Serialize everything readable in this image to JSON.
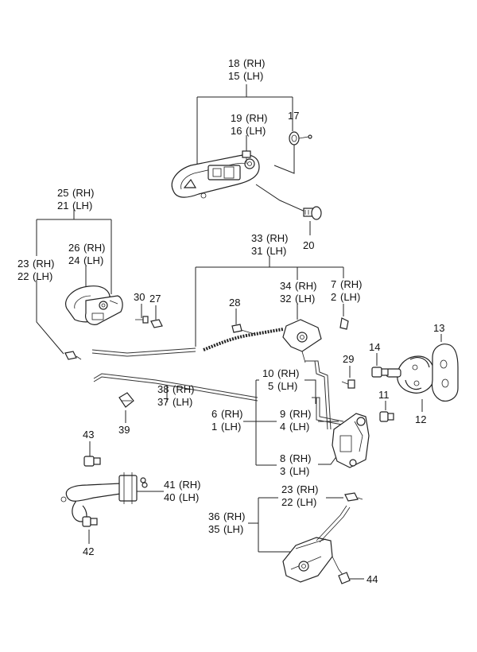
{
  "labels": {
    "p18": "18",
    "p18_rh": "(RH)",
    "p15": "15",
    "p15_lh": "(LH)",
    "p19": "19",
    "p19_rh": "(RH)",
    "p16": "16",
    "p16_lh": "(LH)",
    "p17": "17",
    "p20": "20",
    "p25": "25",
    "p25_rh": "(RH)",
    "p21": "21",
    "p21_lh": "(LH)",
    "p26": "26",
    "p26_rh": "(RH)",
    "p24": "24",
    "p24_lh": "(LH)",
    "p23a": "23",
    "p23a_rh": "(RH)",
    "p22a": "22",
    "p22a_lh": "(LH)",
    "p30": "30",
    "p27": "27",
    "p33": "33",
    "p33_rh": "(RH)",
    "p31": "31",
    "p31_lh": "(LH)",
    "p34": "34",
    "p34_rh": "(RH)",
    "p32": "32",
    "p32_lh": "(LH)",
    "p7": "7",
    "p7_rh": "(RH)",
    "p2": "2",
    "p2_lh": "(LH)",
    "p28": "28",
    "p13": "13",
    "p14": "14",
    "p29": "29",
    "p10": "10",
    "p10_rh": "(RH)",
    "p5": "5",
    "p5_lh": "(LH)",
    "p11": "11",
    "p12": "12",
    "p38": "38",
    "p38_rh": "(RH)",
    "p37": "37",
    "p37_lh": "(LH)",
    "p39": "39",
    "p6": "6",
    "p6_rh": "(RH)",
    "p1": "1",
    "p1_lh": "(LH)",
    "p9": "9",
    "p9_rh": "(RH)",
    "p4": "4",
    "p4_lh": "(LH)",
    "p8": "8",
    "p8_rh": "(RH)",
    "p3": "3",
    "p3_lh": "(LH)",
    "p43": "43",
    "p41": "41",
    "p41_rh": "(RH)",
    "p40": "40",
    "p40_lh": "(LH)",
    "p42": "42",
    "p23b": "23",
    "p23b_rh": "(RH)",
    "p22b": "22",
    "p22b_lh": "(LH)",
    "p36": "36",
    "p36_rh": "(RH)",
    "p35": "35",
    "p35_lh": "(LH)",
    "p44": "44"
  },
  "icons": [
    "outside-handle-icon",
    "inside-handle-icon",
    "latch-icon",
    "striker-icon",
    "checker-icon",
    "actuator-icon",
    "bolt-icon",
    "clip-icon"
  ]
}
